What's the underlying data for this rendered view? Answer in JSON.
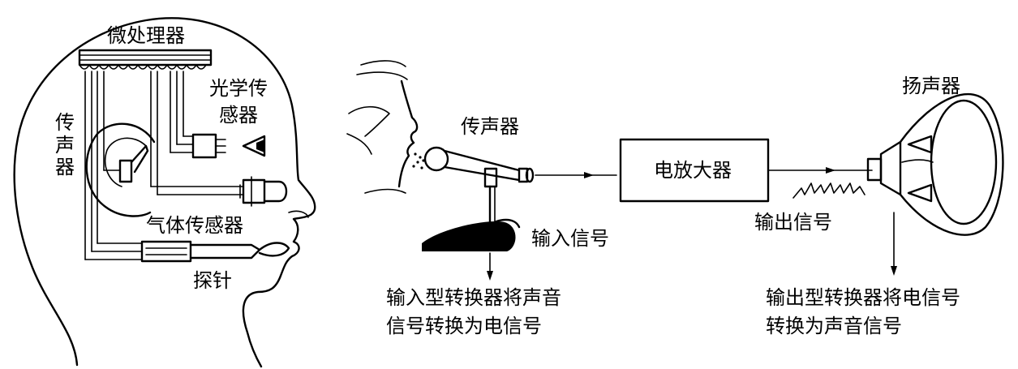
{
  "left_figure": {
    "microprocessor": "微处理器",
    "optical_sensor_line1": "光学传",
    "optical_sensor_line2": "感器",
    "microphone": "传声器",
    "gas_sensor": "气体传感器",
    "probe": "探针"
  },
  "right_figure": {
    "microphone": "传声器",
    "amplifier": "电放大器",
    "speaker": "扬声器",
    "input_signal": "输入信号",
    "output_signal": "输出信号",
    "input_caption_line1": "输入型转换器将声音",
    "input_caption_line2": "信号转换为电信号",
    "output_caption_line1": "输出型转换器将电信号",
    "output_caption_line2": "转换为声音信号"
  },
  "colors": {
    "ink": "#000000",
    "background": "#ffffff"
  }
}
